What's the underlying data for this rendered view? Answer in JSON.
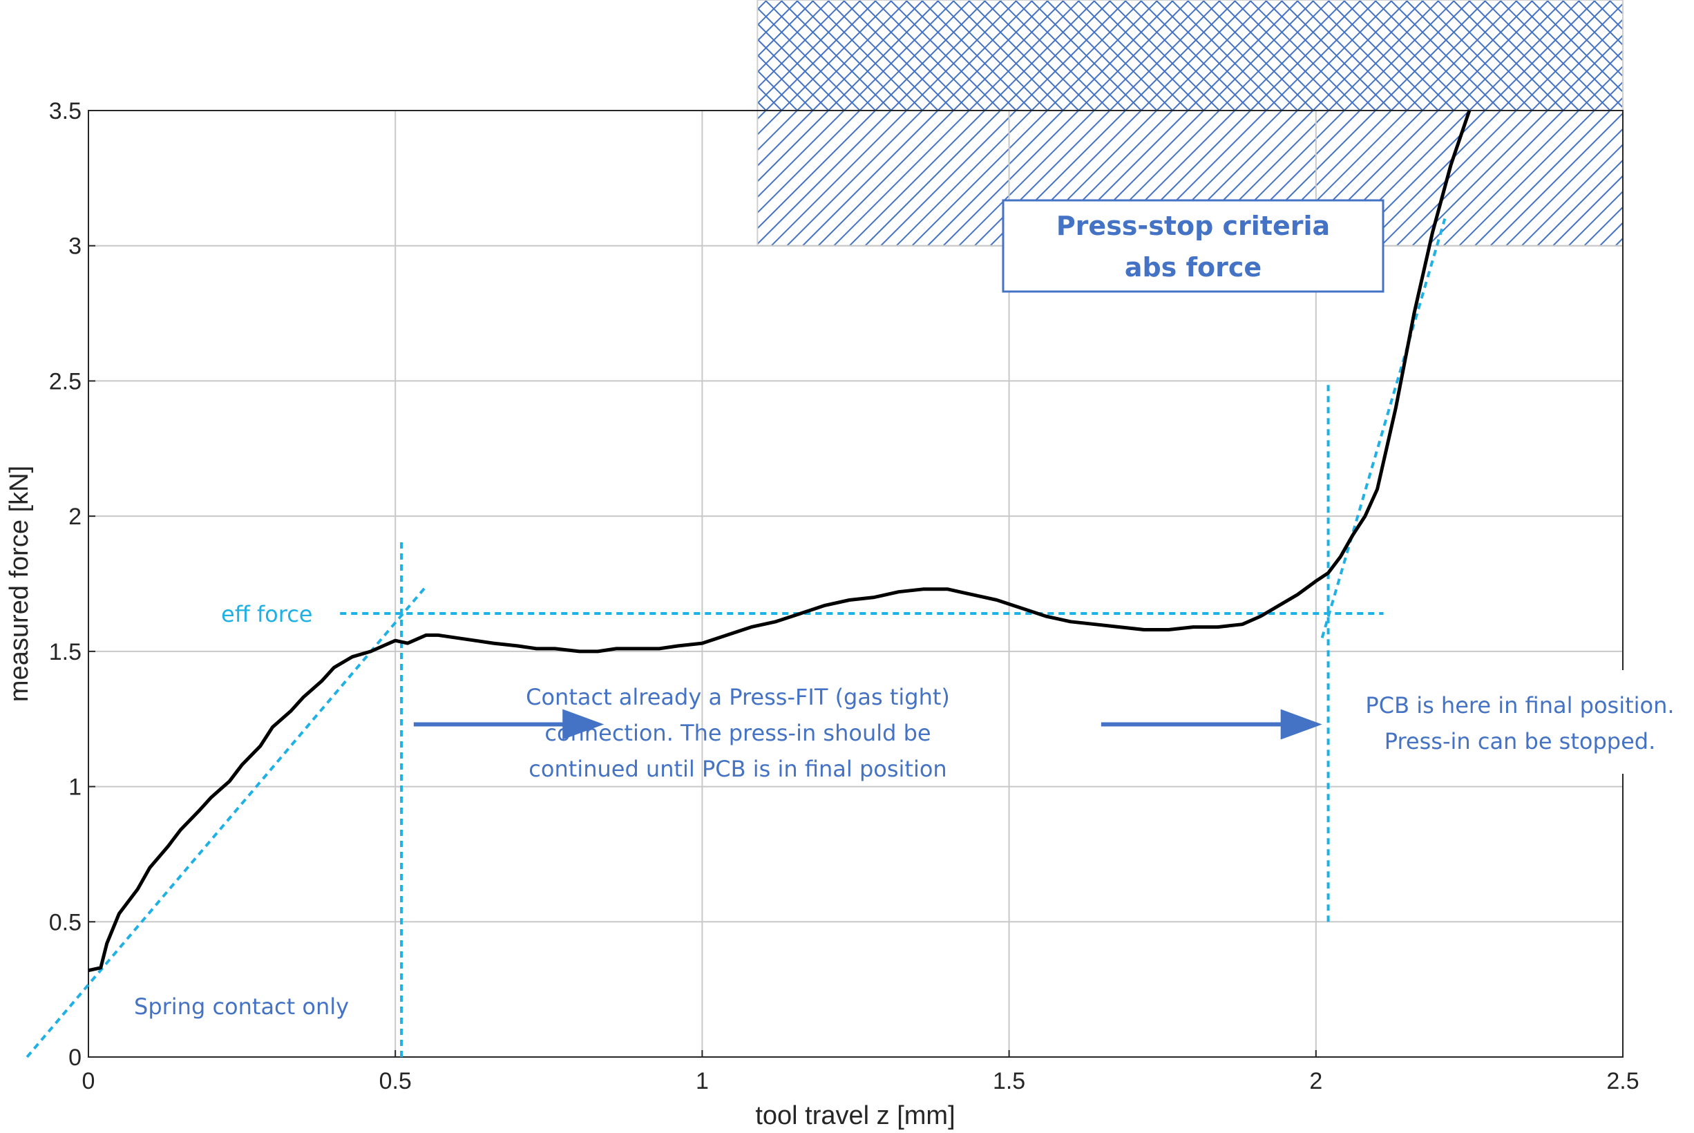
{
  "chart_data": {
    "type": "line",
    "xlabel": "tool travel z [mm]",
    "ylabel": "measured force [kN]",
    "xlim": [
      0,
      2.5
    ],
    "ylim": [
      0,
      3.5
    ],
    "xticks": [
      0,
      0.5,
      1,
      1.5,
      2,
      2.5
    ],
    "xtick_labels": [
      "0",
      "0.5",
      "1",
      "1.5",
      "2",
      "2.5"
    ],
    "yticks": [
      0,
      0.5,
      1,
      1.5,
      2,
      2.5,
      3,
      3.5
    ],
    "ytick_labels": [
      "0",
      "0.5",
      "1",
      "1.5",
      "2",
      "2.5",
      "3",
      "3.5"
    ],
    "grid": true,
    "series": [
      {
        "color": "#000000",
        "x": [
          0,
          0.02,
          0.03,
          0.05,
          0.08,
          0.1,
          0.13,
          0.15,
          0.18,
          0.2,
          0.23,
          0.25,
          0.28,
          0.3,
          0.33,
          0.35,
          0.38,
          0.4,
          0.43,
          0.46,
          0.48,
          0.5,
          0.52,
          0.55,
          0.57,
          0.6,
          0.63,
          0.66,
          0.7,
          0.73,
          0.76,
          0.8,
          0.83,
          0.86,
          0.9,
          0.93,
          0.96,
          1.0,
          1.04,
          1.08,
          1.12,
          1.16,
          1.2,
          1.24,
          1.28,
          1.32,
          1.36,
          1.4,
          1.44,
          1.48,
          1.52,
          1.56,
          1.6,
          1.64,
          1.68,
          1.72,
          1.76,
          1.8,
          1.84,
          1.88,
          1.91,
          1.94,
          1.97,
          2.0,
          2.02,
          2.04,
          2.06,
          2.08,
          2.1,
          2.13,
          2.16,
          2.19,
          2.22,
          2.25
        ],
        "y": [
          0.32,
          0.33,
          0.42,
          0.53,
          0.62,
          0.7,
          0.78,
          0.84,
          0.91,
          0.96,
          1.02,
          1.08,
          1.15,
          1.22,
          1.28,
          1.33,
          1.39,
          1.44,
          1.48,
          1.5,
          1.52,
          1.54,
          1.53,
          1.56,
          1.56,
          1.55,
          1.54,
          1.53,
          1.52,
          1.51,
          1.51,
          1.5,
          1.5,
          1.51,
          1.51,
          1.51,
          1.52,
          1.53,
          1.56,
          1.59,
          1.61,
          1.64,
          1.67,
          1.69,
          1.7,
          1.72,
          1.73,
          1.73,
          1.71,
          1.69,
          1.66,
          1.63,
          1.61,
          1.6,
          1.59,
          1.58,
          1.58,
          1.59,
          1.59,
          1.6,
          1.63,
          1.67,
          1.71,
          1.76,
          1.79,
          1.85,
          1.93,
          2.0,
          2.1,
          2.4,
          2.75,
          3.05,
          3.3,
          3.55
        ]
      }
    ],
    "zones": [
      {
        "pattern": "crosshatch",
        "x": [
          1.09,
          2.5
        ],
        "y": [
          3.5,
          4.0
        ]
      },
      {
        "pattern": "diagonal",
        "x": [
          1.09,
          2.5
        ],
        "y": [
          3.0,
          3.5
        ]
      }
    ],
    "reference_lines": [
      {
        "kind": "tangent",
        "x": [
          -0.1,
          0.55
        ],
        "y": [
          0.0,
          1.74
        ]
      },
      {
        "kind": "horizontal",
        "x": [
          0.41,
          2.11
        ],
        "y": [
          1.64,
          1.64
        ]
      },
      {
        "kind": "vertical",
        "x": [
          0.51,
          0.51
        ],
        "y": [
          0.0,
          1.92
        ]
      },
      {
        "kind": "vertical",
        "x": [
          2.02,
          2.02
        ],
        "y": [
          0.5,
          2.5
        ]
      },
      {
        "kind": "tangent",
        "x": [
          2.01,
          2.21
        ],
        "y": [
          1.55,
          3.1
        ]
      }
    ],
    "arrows": [
      {
        "x": [
          0.53,
          0.84
        ],
        "y": [
          1.23,
          1.23
        ]
      },
      {
        "x": [
          1.65,
          2.01
        ],
        "y": [
          1.23,
          1.23
        ]
      }
    ],
    "annotations": {
      "eff_force": "eff force",
      "spring_contact": "Spring contact only",
      "press_fit": [
        "Contact already a Press-FIT (gas tight)",
        "connection. The press-in should be",
        "continued until PCB is in final position"
      ],
      "final_position": [
        "PCB is here in final position.",
        "Press-in can be stopped."
      ],
      "press_stop": [
        "Press-stop criteria",
        "abs force"
      ]
    },
    "colors": {
      "curve": "#000000",
      "reference": "#1fb0e6",
      "annotation": "#4472c4",
      "grid": "#c8c8c8",
      "hatch": "#4472c4"
    }
  }
}
